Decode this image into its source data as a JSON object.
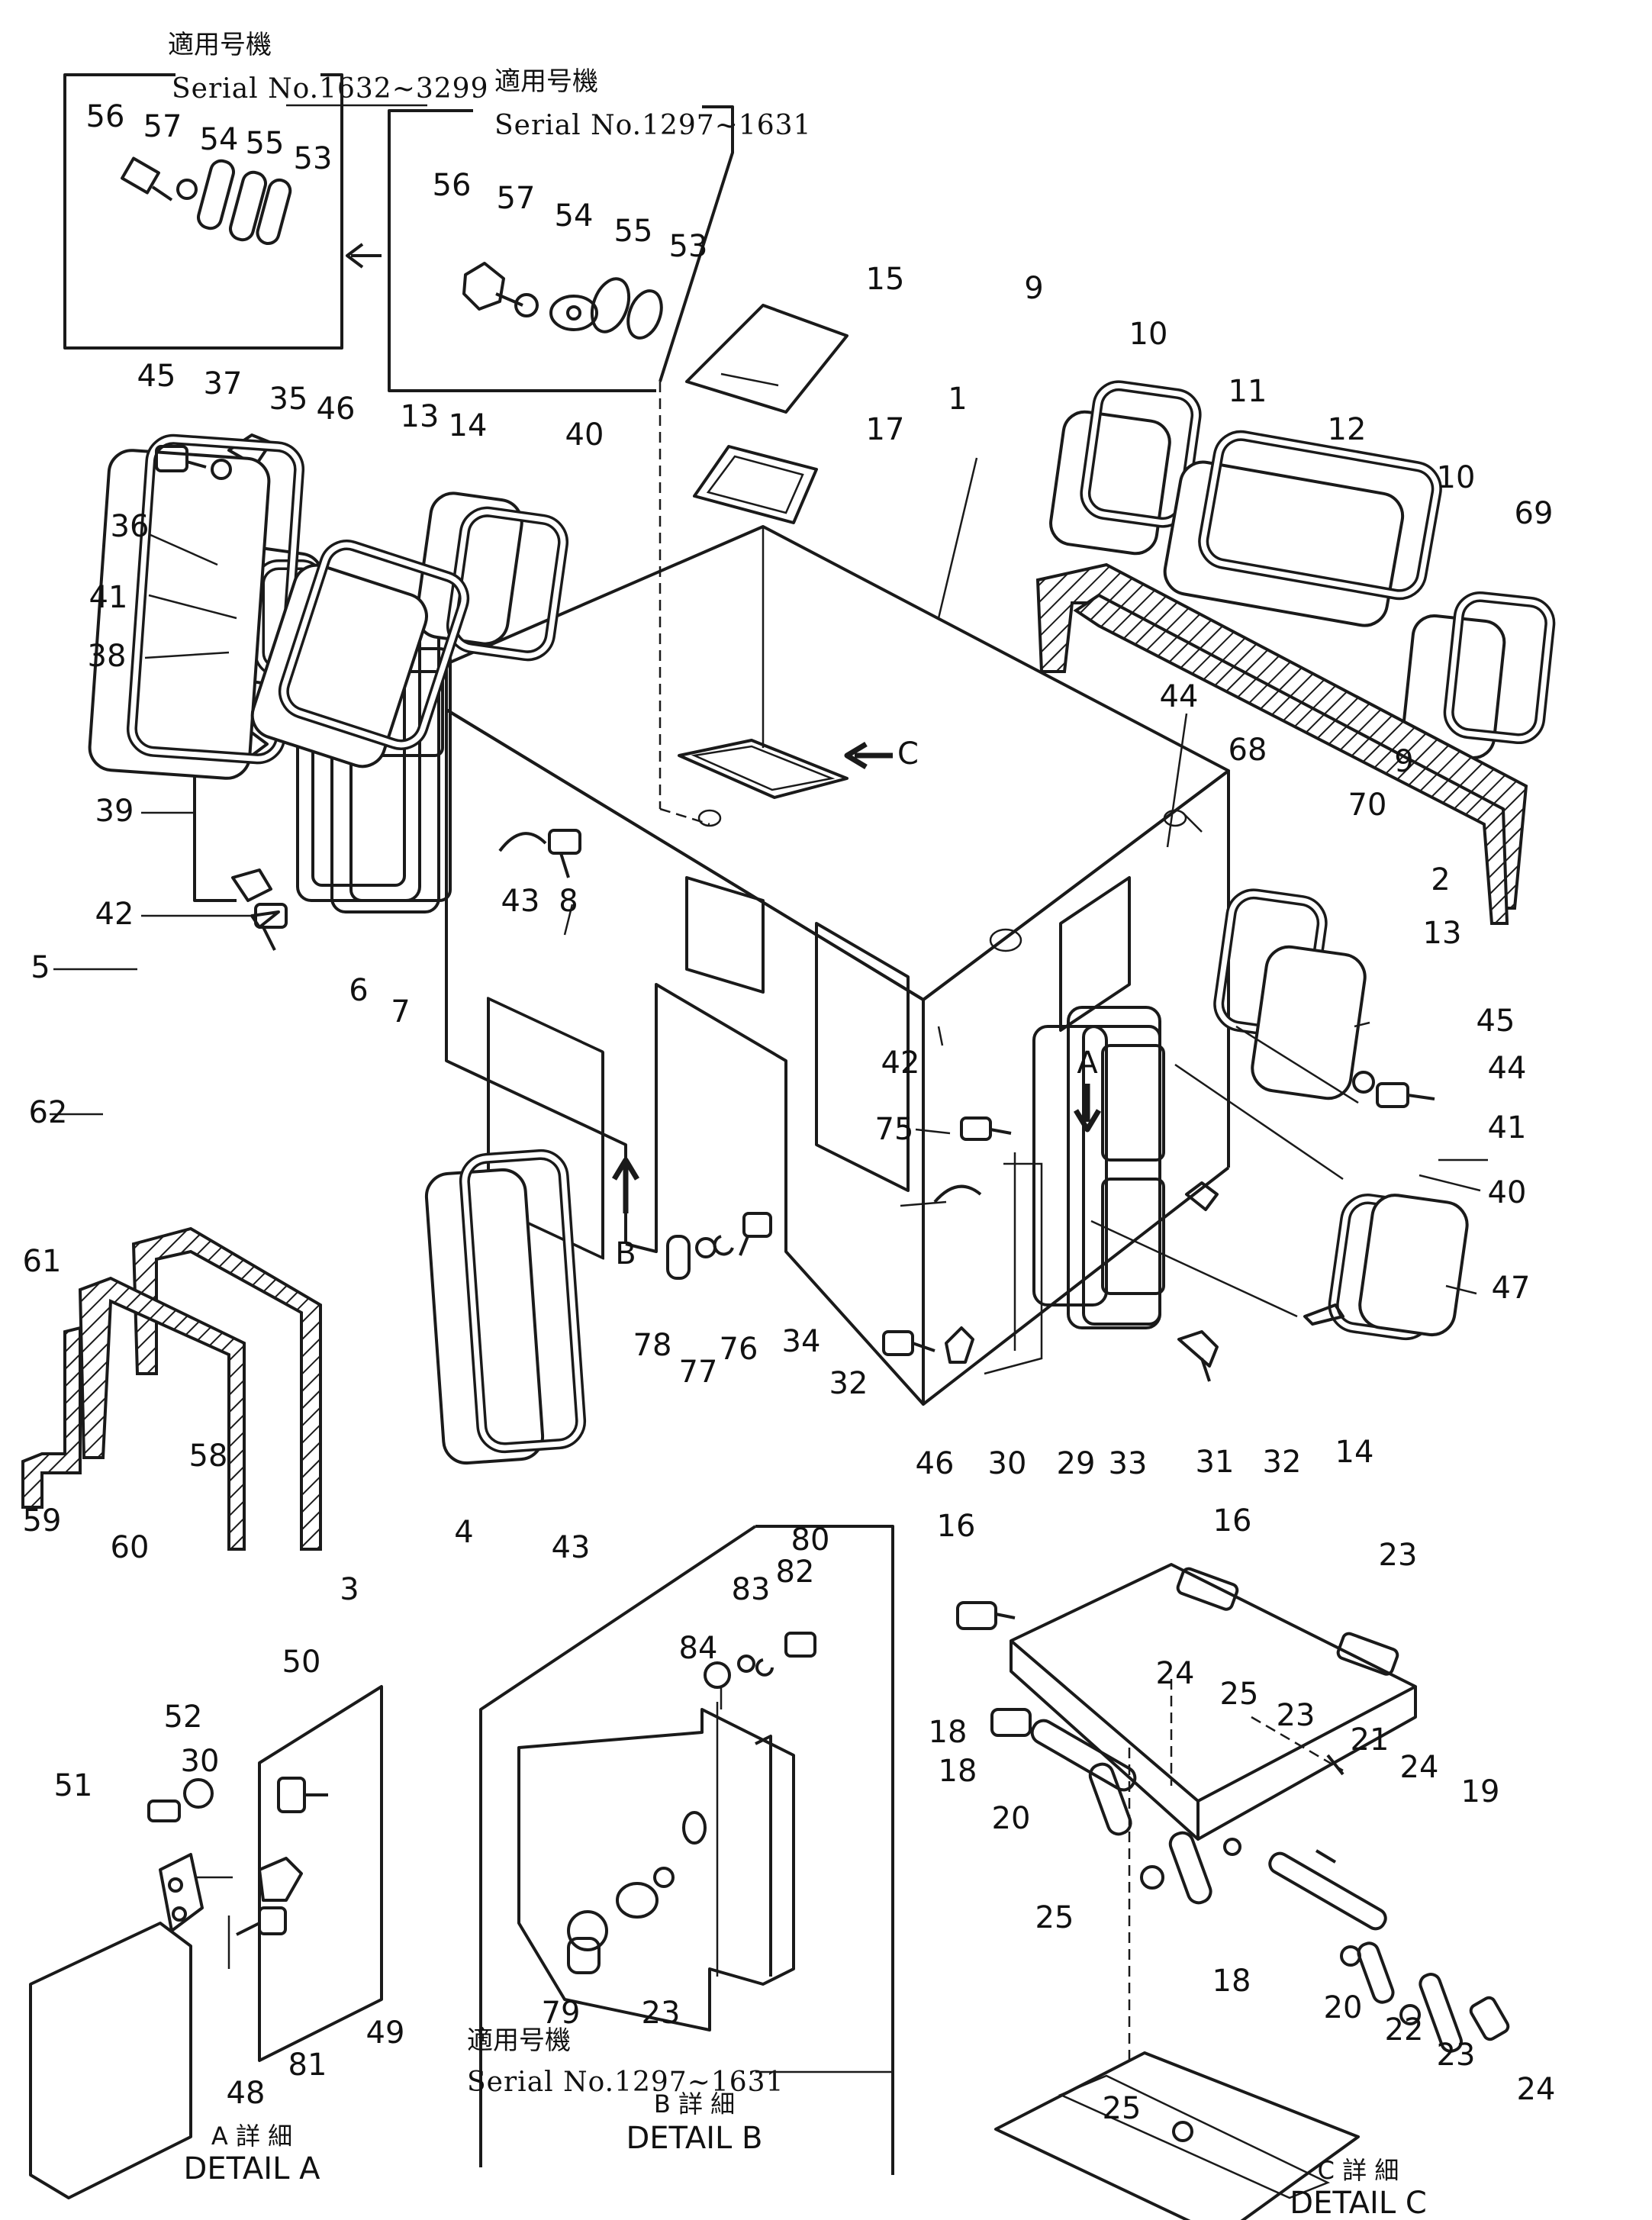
{
  "serial_boxes": [
    {
      "jp": "適用号機",
      "serial": "Serial  No.1632~3299"
    },
    {
      "jp": "適用号機",
      "serial": "Serial  No.1297~1631"
    }
  ],
  "detail_b_serial": {
    "jp": "適用号機",
    "serial": "Serial  No.1297~1631"
  },
  "details": [
    {
      "jp": "A 詳  細",
      "en": "DETAIL  A"
    },
    {
      "jp": "B 詳  細",
      "en": "DETAIL  B"
    },
    {
      "jp": "C 詳  細",
      "en": "DETAIL  C"
    }
  ],
  "view_markers": [
    "A",
    "B",
    "C"
  ],
  "callouts": [
    "56",
    "57",
    "54",
    "55",
    "53",
    "56",
    "57",
    "54",
    "55",
    "53",
    "15",
    "17",
    "1",
    "9",
    "10",
    "11",
    "12",
    "9",
    "10",
    "69",
    "68",
    "70",
    "2",
    "44",
    "45",
    "37",
    "35",
    "46",
    "13",
    "14",
    "40",
    "36",
    "41",
    "38",
    "39",
    "42",
    "43",
    "8",
    "5",
    "6",
    "7",
    "62",
    "61",
    "59",
    "60",
    "58",
    "3",
    "4",
    "43",
    "42",
    "75",
    "78",
    "77",
    "76",
    "34",
    "32",
    "46",
    "30",
    "29",
    "33",
    "31",
    "32",
    "14",
    "13",
    "45",
    "44",
    "41",
    "40",
    "47",
    "51",
    "52",
    "30",
    "50",
    "49",
    "48",
    "81",
    "84",
    "83",
    "82",
    "80",
    "79",
    "23",
    "16",
    "16",
    "23",
    "18",
    "24",
    "25",
    "23",
    "21",
    "18",
    "20",
    "25",
    "24",
    "19",
    "18",
    "20",
    "22",
    "23",
    "24",
    "25"
  ]
}
